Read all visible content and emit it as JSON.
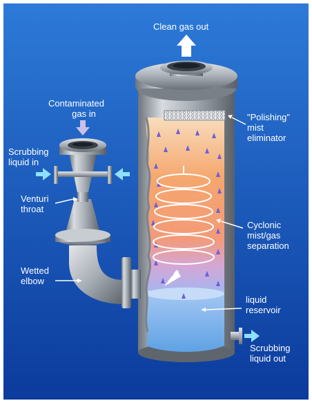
{
  "labels": {
    "clean_gas_out": "Clean gas out",
    "contaminated_1": "Contaminated",
    "contaminated_2": "gas in",
    "scrubbing_in_1": "Scrubbing",
    "scrubbing_in_2": "liquid in",
    "venturi_1": "Venturi",
    "venturi_2": "throat",
    "wetted_1": "Wetted",
    "wetted_2": "elbow",
    "polishing_1": "\"Polishing\"",
    "polishing_2": "mist",
    "polishing_3": "eliminator",
    "cyclonic_1": "Cyclonic",
    "cyclonic_2": "mist/gas",
    "cyclonic_3": "separation",
    "reservoir_1": "liquid",
    "reservoir_2": "reservoir",
    "scrubbing_out_1": "Scrubbing",
    "scrubbing_out_2": "liquid out"
  },
  "colors": {
    "background_top": "#2a6fd0",
    "background_bottom": "#0a3a9a",
    "metal": "#b9bec4",
    "interior_warm": "#f4a46a",
    "interior_light": "#f7d6b0",
    "reservoir": "#7cb6ea",
    "arrow_white": "#ffffff",
    "arrow_lilac": "#c9c0ee",
    "arrow_cyan": "#8ee0ff"
  }
}
